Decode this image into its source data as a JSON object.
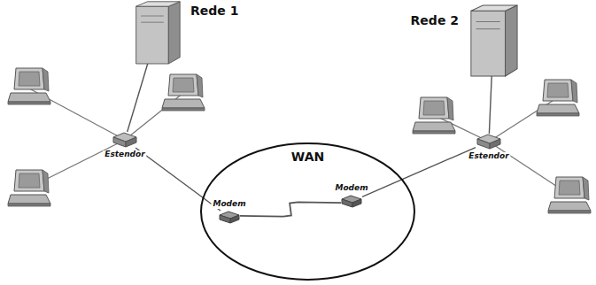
{
  "diagram": {
    "nodes": [
      {
        "text": [
          "Rede 1"
        ]
      },
      {
        "text": [
          "Estendor"
        ]
      },
      {
        "text": [
          "WAN"
        ]
      },
      {
        "text": [
          "Modem"
        ],
        "in": 2
      },
      {
        "text": [
          "Modem"
        ],
        "in": 2
      },
      {
        "text": [
          "Rede 2"
        ]
      },
      {
        "text": [
          "Estendor"
        ]
      }
    ],
    "edges": [
      {
        "from": 1,
        "to": 0,
        "arrow": "none"
      },
      {
        "from": 1,
        "to": 3,
        "arrow": "none"
      },
      {
        "from": 3,
        "to": 4,
        "arrow": "none"
      },
      {
        "from": 4,
        "to": 6,
        "arrow": "none"
      },
      {
        "from": 6,
        "to": 5,
        "arrow": "none"
      }
    ]
  }
}
